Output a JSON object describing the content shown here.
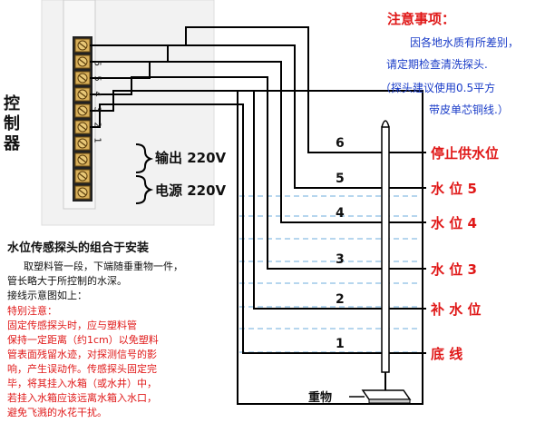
{
  "controller_label": "控\n制\n器",
  "terminal_numbers": [
    "6",
    "5",
    "4",
    "3",
    "2",
    "1"
  ],
  "output_label": "输出 220V",
  "power_label": "电源 220V",
  "notice": {
    "title": "注意事项：",
    "line1": "因各地水质有所差别，",
    "line2": "请定期检查清洗探头.",
    "line3": "（探头建议使用0.5平方",
    "line4": "带皮单芯铜线.）"
  },
  "levels": [
    {
      "num": "6",
      "label": "停止供水位"
    },
    {
      "num": "5",
      "label": "水 位 5"
    },
    {
      "num": "4",
      "label": "水 位 4"
    },
    {
      "num": "3",
      "label": "水 位 3"
    },
    {
      "num": "2",
      "label": "补 水 位"
    },
    {
      "num": "1",
      "label": "底  线"
    }
  ],
  "weight_label": "重物",
  "install": {
    "title": "水位传感探头的组合于安装",
    "para1": "取塑料管一段，下端随垂重物一件，",
    "para2": "管长略大于所控制的水深。",
    "para3": "接线示意图如上：",
    "special_title": "特别注意：",
    "special_lines": [
      "固定传感探头时，应与塑料管",
      "保持一定距离（约1cm）以免塑料",
      "管表面残留水迹，对探测信号的影",
      "响，产生误动作。传感探头固定完",
      "毕，将其挂入水箱（或水井）中，",
      "若挂入水箱应该远离水箱入水口，",
      "避免飞溅的水花干扰。"
    ]
  }
}
